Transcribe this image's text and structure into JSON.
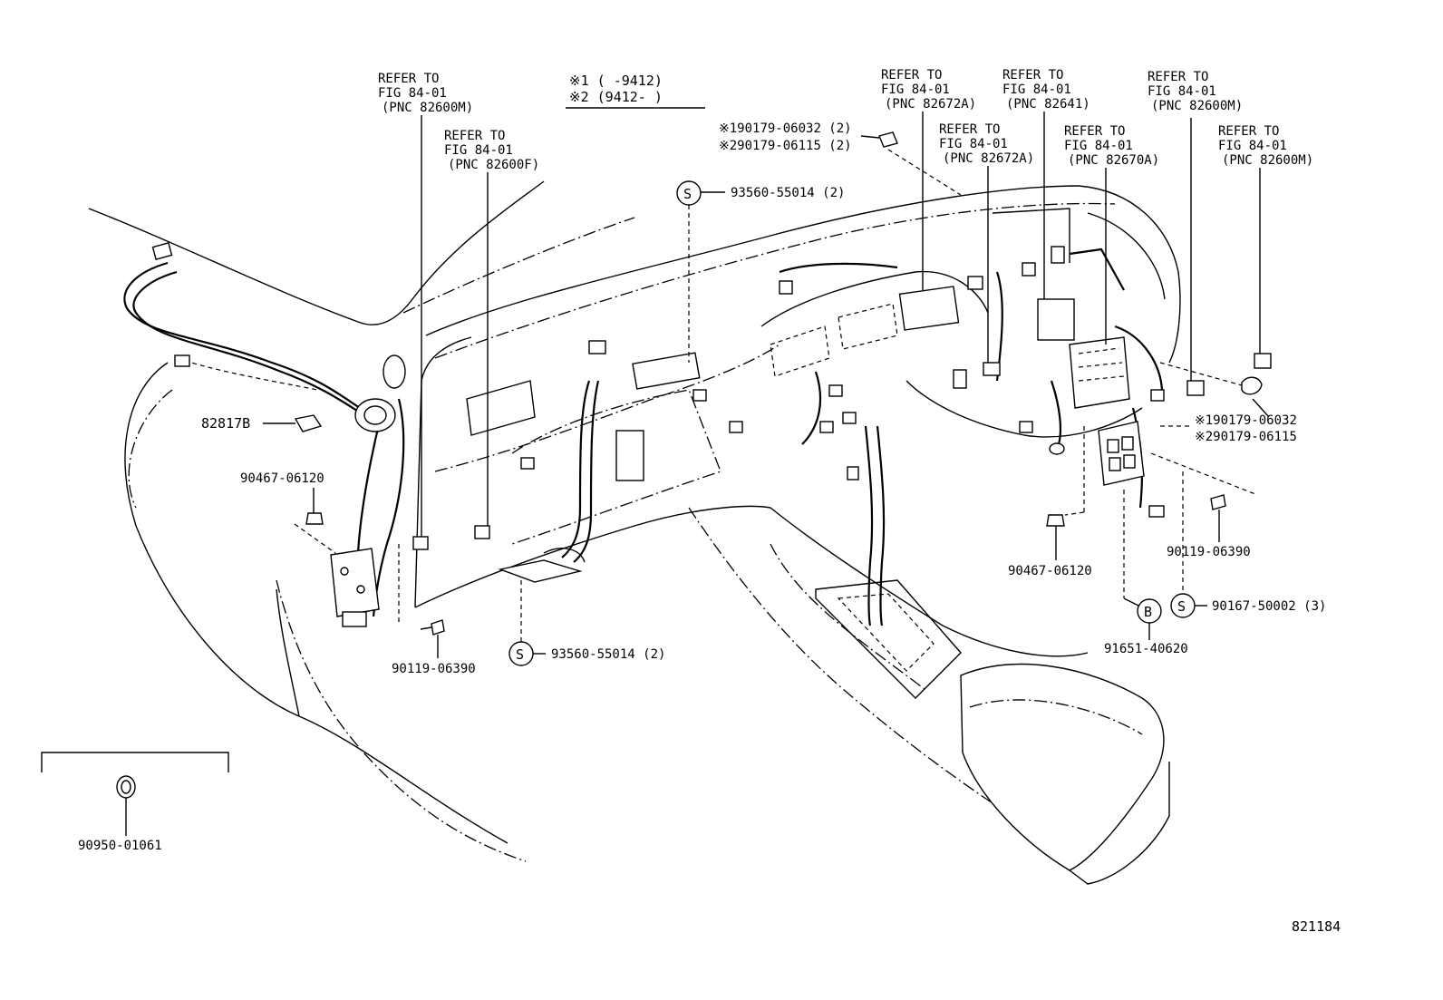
{
  "legend": {
    "line1": "※1 (    -9412)",
    "line2": "※2 (9412-    )"
  },
  "references": [
    {
      "l1": "REFER TO",
      "l2": "FIG 84-01",
      "l3": "(PNC 82600M)"
    },
    {
      "l1": "REFER TO",
      "l2": "FIG 84-01",
      "l3": "(PNC 82600F)"
    },
    {
      "l1": "REFER TO",
      "l2": "FIG 84-01",
      "l3": "(PNC 82672A)"
    },
    {
      "l1": "REFER TO",
      "l2": "FIG 84-01",
      "l3": "(PNC 82672A)"
    },
    {
      "l1": "REFER TO",
      "l2": "FIG 84-01",
      "l3": "(PNC 82641)"
    },
    {
      "l1": "REFER TO",
      "l2": "FIG 84-01",
      "l3": "(PNC 82670A)"
    },
    {
      "l1": "REFER TO",
      "l2": "FIG 84-01",
      "l3": "(PNC 82600M)"
    },
    {
      "l1": "REFER TO",
      "l2": "FIG 84-01",
      "l3": "(PNC 82600M)"
    }
  ],
  "parts": {
    "clip_top_1": "※190179-06032 (2)",
    "clip_top_2": "※290179-06115 (2)",
    "screw_top": "93560-55014 (2)",
    "screw_top_marker": "S",
    "grommet_left": "82817B",
    "nut_left": "90467-06120",
    "bolt_left": "90119-06390",
    "screw_bottom": "93560-55014 (2)",
    "screw_bottom_marker": "S",
    "clip_right_1": "※190179-06032",
    "clip_right_2": "※290179-06115",
    "bolt_right": "90119-06390",
    "nut_right": "90467-06120",
    "screw_right": "90167-50002 (3)",
    "screw_right_marker": "S",
    "bolt_b": "91651-40620",
    "bolt_b_marker": "B",
    "plug_inset": "90950-01061"
  },
  "figure_number": "821184"
}
